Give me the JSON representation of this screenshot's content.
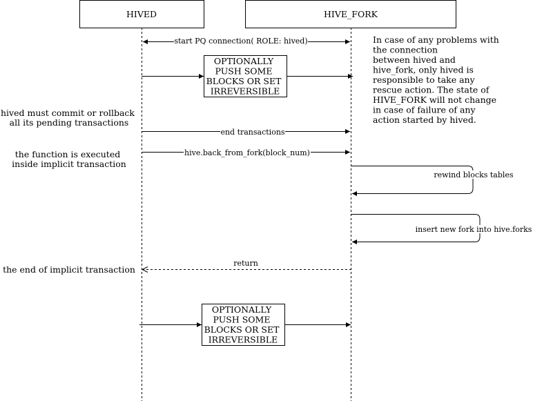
{
  "lifelines": {
    "hived": "HIVED",
    "hive_fork": "HIVE_FORK"
  },
  "messages": {
    "start_connection": "start PQ connection( ROLE: hived)",
    "end_transactions": "end transactions",
    "back_from_fork": "hive.back_from_fork(block_num)",
    "rewind": "rewind blocks tables",
    "insert_fork": "insert new fork  into hive.forks",
    "return": "return"
  },
  "boxes": {
    "optional_1": [
      "OPTIONALLY",
      "PUSH SOME",
      "BLOCKS OR SET",
      "IRREVERSIBLE"
    ],
    "optional_2": [
      "OPTIONALLY",
      "PUSH SOME",
      "BLOCKS OR SET",
      "IRREVERSIBLE"
    ]
  },
  "notes": {
    "problems": [
      "In case of any problems with",
      "the connection",
      "between hived and",
      "hive_fork,  only hived is",
      "responsible to take any",
      "rescue action. The state of",
      "HIVE_FORK will not change",
      "in case of failure of any",
      "action started by hived."
    ],
    "commit": [
      "hived must commit or rollback",
      "all its pending transactions"
    ],
    "implicit": [
      "the function is executed",
      "inside implicit transaction"
    ],
    "end_implicit": [
      "the end of implicit transaction"
    ]
  }
}
